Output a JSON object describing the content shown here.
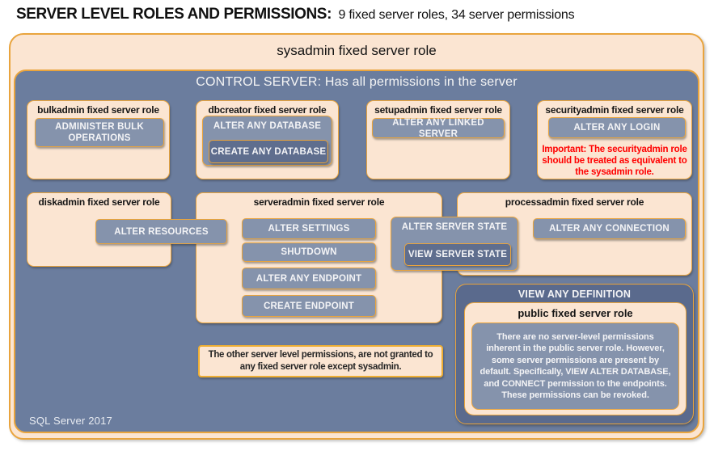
{
  "page_title": {
    "bold": "SERVER LEVEL ROLES AND PERMISSIONS:",
    "normal": "9 fixed server roles, 34 server permissions"
  },
  "sysadmin": {
    "label": "sysadmin fixed server role"
  },
  "control_server": {
    "label": "CONTROL SERVER: Has all permissions in the server"
  },
  "bulkadmin": {
    "title": "bulkadmin fixed server role",
    "perm_administer_bulk_operations": "ADMINISTER BULK OPERATIONS"
  },
  "dbcreator": {
    "title": "dbcreator fixed server role",
    "perm_alter_any_database": "ALTER ANY DATABASE",
    "perm_create_any_database": "CREATE ANY DATABASE"
  },
  "setupadmin": {
    "title": "setupadmin fixed server role",
    "perm_alter_any_linked_server": "ALTER ANY LINKED SERVER"
  },
  "securityadmin": {
    "title": "securityadmin fixed server role",
    "perm_alter_any_login": "ALTER ANY LOGIN",
    "important_note": "Important: The securityadmin role should be treated as equivalent to the sysadmin role."
  },
  "diskadmin": {
    "title": "diskadmin fixed server role",
    "perm_alter_resources": "ALTER RESOURCES"
  },
  "serveradmin": {
    "title": "serveradmin fixed server role",
    "perm_alter_settings": "ALTER SETTINGS",
    "perm_shutdown": "SHUTDOWN",
    "perm_alter_any_endpoint": "ALTER ANY ENDPOINT",
    "perm_create_endpoint": "CREATE ENDPOINT"
  },
  "server_state": {
    "perm_alter_server_state": "ALTER SERVER STATE",
    "perm_view_server_state": "VIEW SERVER STATE"
  },
  "processadmin": {
    "title": "processadmin fixed server role",
    "perm_alter_any_connection": "ALTER ANY CONNECTION"
  },
  "other_permissions_note": "The other server level permissions, are not granted to any fixed server role except sysadmin.",
  "view_any_definition": {
    "label": "VIEW ANY DEFINITION"
  },
  "public_role": {
    "title": "public fixed server role",
    "description": "There are no server-level permissions inherent in the public server role. However, some server permissions are present by default. Specifically, VIEW ALTER DATABASE, and CONNECT permission to the endpoints. These permissions can be revoked."
  },
  "footer": {
    "version": "SQL Server 2017"
  },
  "colors": {
    "peach": "#fbe5d2",
    "gold_border": "#e9a43d",
    "slate_blue": "#6b7d9e",
    "permission_gray": "#8593ac",
    "permission_dark": "#5f6e8e",
    "definition_dark": "#5a6a8d",
    "important_red": "#ff0000"
  }
}
